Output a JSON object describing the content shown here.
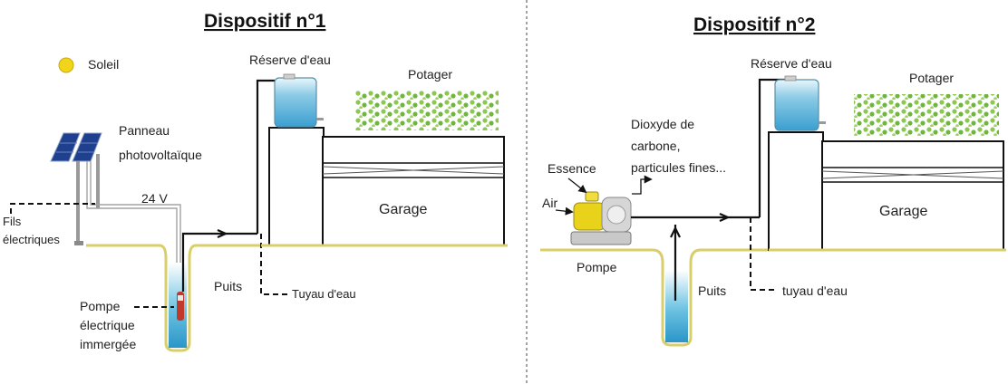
{
  "device1": {
    "title": "Dispositif n°1",
    "sun_label": "Soleil",
    "panel_label_line1": "Panneau",
    "panel_label_line2": "photovoltaïque",
    "voltage_label": "24 V",
    "wires_label_line1": "Fils",
    "wires_label_line2": "électriques",
    "reservoir_label": "Réserve d'eau",
    "garden_label": "Potager",
    "garage_label": "Garage",
    "well_label": "Puits",
    "pipe_label": "Tuyau d'eau",
    "pump_label_line1": "Pompe",
    "pump_label_line2": "électrique",
    "pump_label_line3": "immergée"
  },
  "device2": {
    "title": "Dispositif n°2",
    "reservoir_label": "Réserve d'eau",
    "garden_label": "Potager",
    "garage_label": "Garage",
    "exhaust_label_line1": "Dioxyde de",
    "exhaust_label_line2": "carbone,",
    "exhaust_label_line3": "particules fines...",
    "fuel_label": "Essence",
    "air_label": "Air",
    "pump_label": "Pompe",
    "well_label": "Puits",
    "pipe_label": "tuyau d'eau"
  },
  "colors": {
    "ground": "#d8cf6a",
    "water": "#4fb3d9",
    "sun": "#f2d51a",
    "panel": "#1f3f8f",
    "plants": "#7cc04a",
    "pump_body": "#e8d21a"
  }
}
